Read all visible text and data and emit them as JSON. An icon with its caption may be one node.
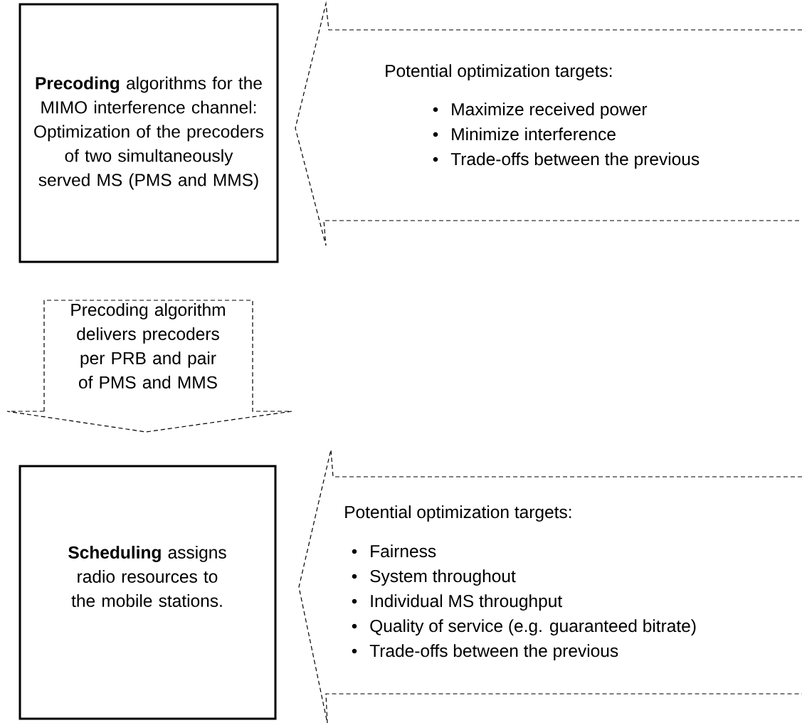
{
  "diagram": {
    "nodes": [
      {
        "text": [
          "**Precoding** algorithms for the MIMO interference channel: Optimization of the precoders of two simultaneously served MS (PMS and MMS)"
        ]
      },
      {
        "text": [
          "Potential optimization targets:",
          "Maximize received power",
          "Minimize interference",
          "Trade-offs between the previous"
        ]
      },
      {
        "text": [
          "Precoding algorithm delivers precoders per PRB and pair of PMS and MMS"
        ]
      },
      {
        "text": [
          "**Scheduling** assigns radio resources to the mobile stations."
        ]
      },
      {
        "text": [
          "Potential optimization targets:",
          "Fairness",
          "System throughout",
          "Individual MS throughput",
          "Quality of service (e.g. guaranteed bitrate)",
          "Trade-offs between the previous"
        ]
      }
    ]
  }
}
